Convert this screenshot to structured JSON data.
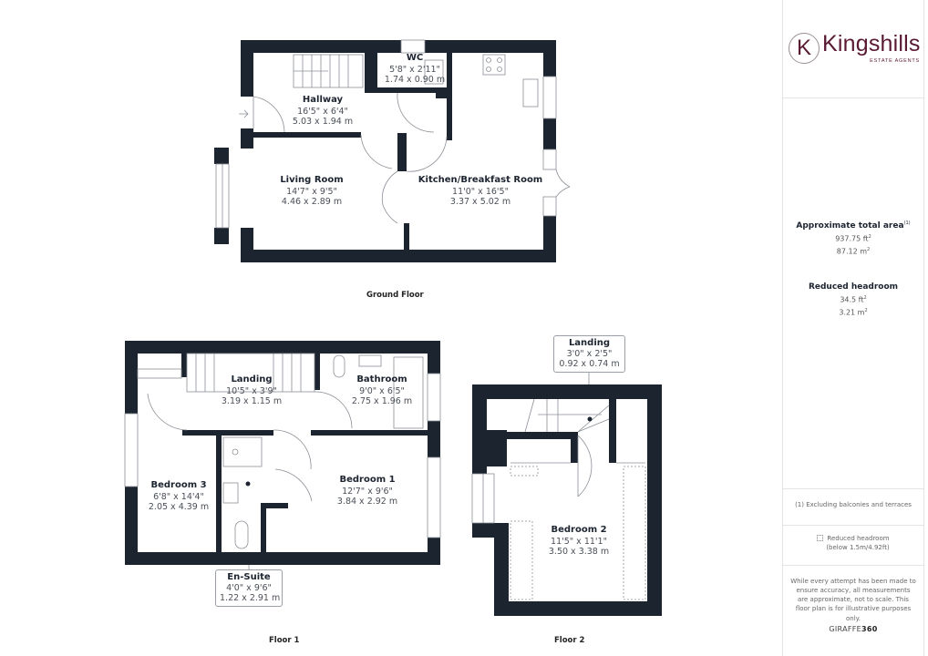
{
  "brand": {
    "initial": "K",
    "name": "Kingshills",
    "tagline": "ESTATE AGENTS",
    "color": "#5a1a33"
  },
  "colors": {
    "wall": "#1c2430",
    "fixture_line": "#8a8f96",
    "background": "#ffffff"
  },
  "floors": {
    "ground": {
      "label": "Ground Floor",
      "rooms": [
        {
          "name": "WC",
          "imperial": "5'8\" x 2'11\"",
          "metric": "1.74 x 0.90 m"
        },
        {
          "name": "Hallway",
          "imperial": "16'5\" x 6'4\"",
          "metric": "5.03 x 1.94 m"
        },
        {
          "name": "Living Room",
          "imperial": "14'7\" x 9'5\"",
          "metric": "4.46 x 2.89 m"
        },
        {
          "name": "Kitchen/Breakfast Room",
          "imperial": "11'0\" x 16'5\"",
          "metric": "3.37 x 5.02 m"
        }
      ]
    },
    "first": {
      "label": "Floor 1",
      "rooms": [
        {
          "name": "Landing",
          "imperial": "10'5\" x 3'9\"",
          "metric": "3.19 x 1.15 m"
        },
        {
          "name": "Bathroom",
          "imperial": "9'0\" x 6'5\"",
          "metric": "2.75 x 1.96 m"
        },
        {
          "name": "Bedroom 3",
          "imperial": "6'8\" x 14'4\"",
          "metric": "2.05 x 4.39 m"
        },
        {
          "name": "Bedroom 1",
          "imperial": "12'7\" x 9'6\"",
          "metric": "3.84 x 2.92 m"
        },
        {
          "name": "En-Suite",
          "imperial": "4'0\" x 9'6\"",
          "metric": "1.22 x 2.91 m"
        }
      ]
    },
    "second": {
      "label": "Floor 2",
      "rooms": [
        {
          "name": "Landing",
          "imperial": "3'0\" x 2'5\"",
          "metric": "0.92 x 0.74 m"
        },
        {
          "name": "Bedroom 2",
          "imperial": "11'5\" x 11'1\"",
          "metric": "3.50 x 3.38 m"
        }
      ]
    }
  },
  "watermark": "K Kingshills",
  "sidebar": {
    "total_area": {
      "heading": "Approximate total area",
      "footnote_marker": "(1)",
      "ft2": "937.75 ft",
      "m2": "87.12 m",
      "sup": "2"
    },
    "reduced_headroom": {
      "heading": "Reduced headroom",
      "ft2": "34.5 ft",
      "m2": "3.21 m",
      "sup": "2"
    },
    "footnote": "(1) Excluding balconies and terraces",
    "legend": {
      "line1": "Reduced headroom",
      "line2": "(below 1.5m/4.92ft)"
    },
    "disclaimer": "While every attempt has been made to ensure accuracy, all measurements are approximate, not to scale. This floor plan is for illustrative purposes only.",
    "credit": {
      "part1": "GIRAFFE",
      "part2": "360"
    }
  }
}
